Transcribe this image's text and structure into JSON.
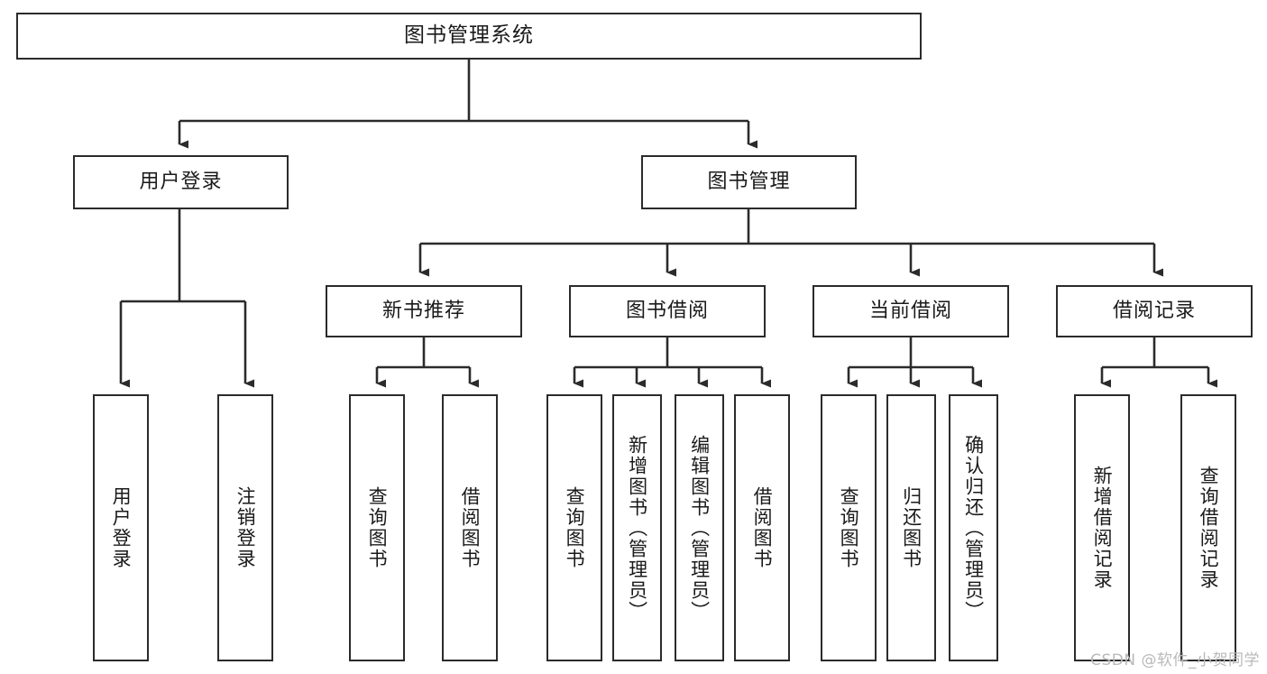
{
  "diagram": {
    "title": "图书管理系统",
    "type": "tree-hierarchy-diagram",
    "root": {
      "id": "root",
      "label": "图书管理系统"
    },
    "level1": [
      {
        "id": "user-login",
        "label": "用户登录"
      },
      {
        "id": "book-management",
        "label": "图书管理"
      }
    ],
    "level2": [
      {
        "id": "new-book-recommend",
        "label": "新书推荐",
        "parent": "book-management"
      },
      {
        "id": "book-borrow",
        "label": "图书借阅",
        "parent": "book-management"
      },
      {
        "id": "current-borrow",
        "label": "当前借阅",
        "parent": "book-management"
      },
      {
        "id": "borrow-record",
        "label": "借阅记录",
        "parent": "book-management"
      }
    ],
    "leaves": {
      "user_login": [
        {
          "id": "leaf-user-login",
          "label": "用户登录"
        },
        {
          "id": "leaf-logout-login",
          "label": "注销登录"
        }
      ],
      "new_book_recommend": [
        {
          "id": "leaf-query-book-1",
          "label": "查询图书"
        },
        {
          "id": "leaf-borrow-book-1",
          "label": "借阅图书"
        }
      ],
      "book_borrow": [
        {
          "id": "leaf-query-book-2",
          "label": "查询图书"
        },
        {
          "id": "leaf-add-book",
          "label": "新增图书（管理员）"
        },
        {
          "id": "leaf-edit-book",
          "label": "编辑图书（管理员）"
        },
        {
          "id": "leaf-borrow-book-2",
          "label": "借阅图书"
        }
      ],
      "current_borrow": [
        {
          "id": "leaf-query-book-3",
          "label": "查询图书"
        },
        {
          "id": "leaf-return-book",
          "label": "归还图书"
        },
        {
          "id": "leaf-confirm-return",
          "label": "确认归还（管理员）"
        }
      ],
      "borrow_record": [
        {
          "id": "leaf-add-record",
          "label": "新增借阅记录"
        },
        {
          "id": "leaf-query-record",
          "label": "查询借阅记录"
        }
      ]
    },
    "colors": {
      "stroke": "#2b2b2b",
      "fill": "#ffffff",
      "text": "#1a1a1a",
      "watermark": "#b9b9b9"
    }
  },
  "watermark": {
    "text": "CSDN @软件_小贺同学"
  }
}
